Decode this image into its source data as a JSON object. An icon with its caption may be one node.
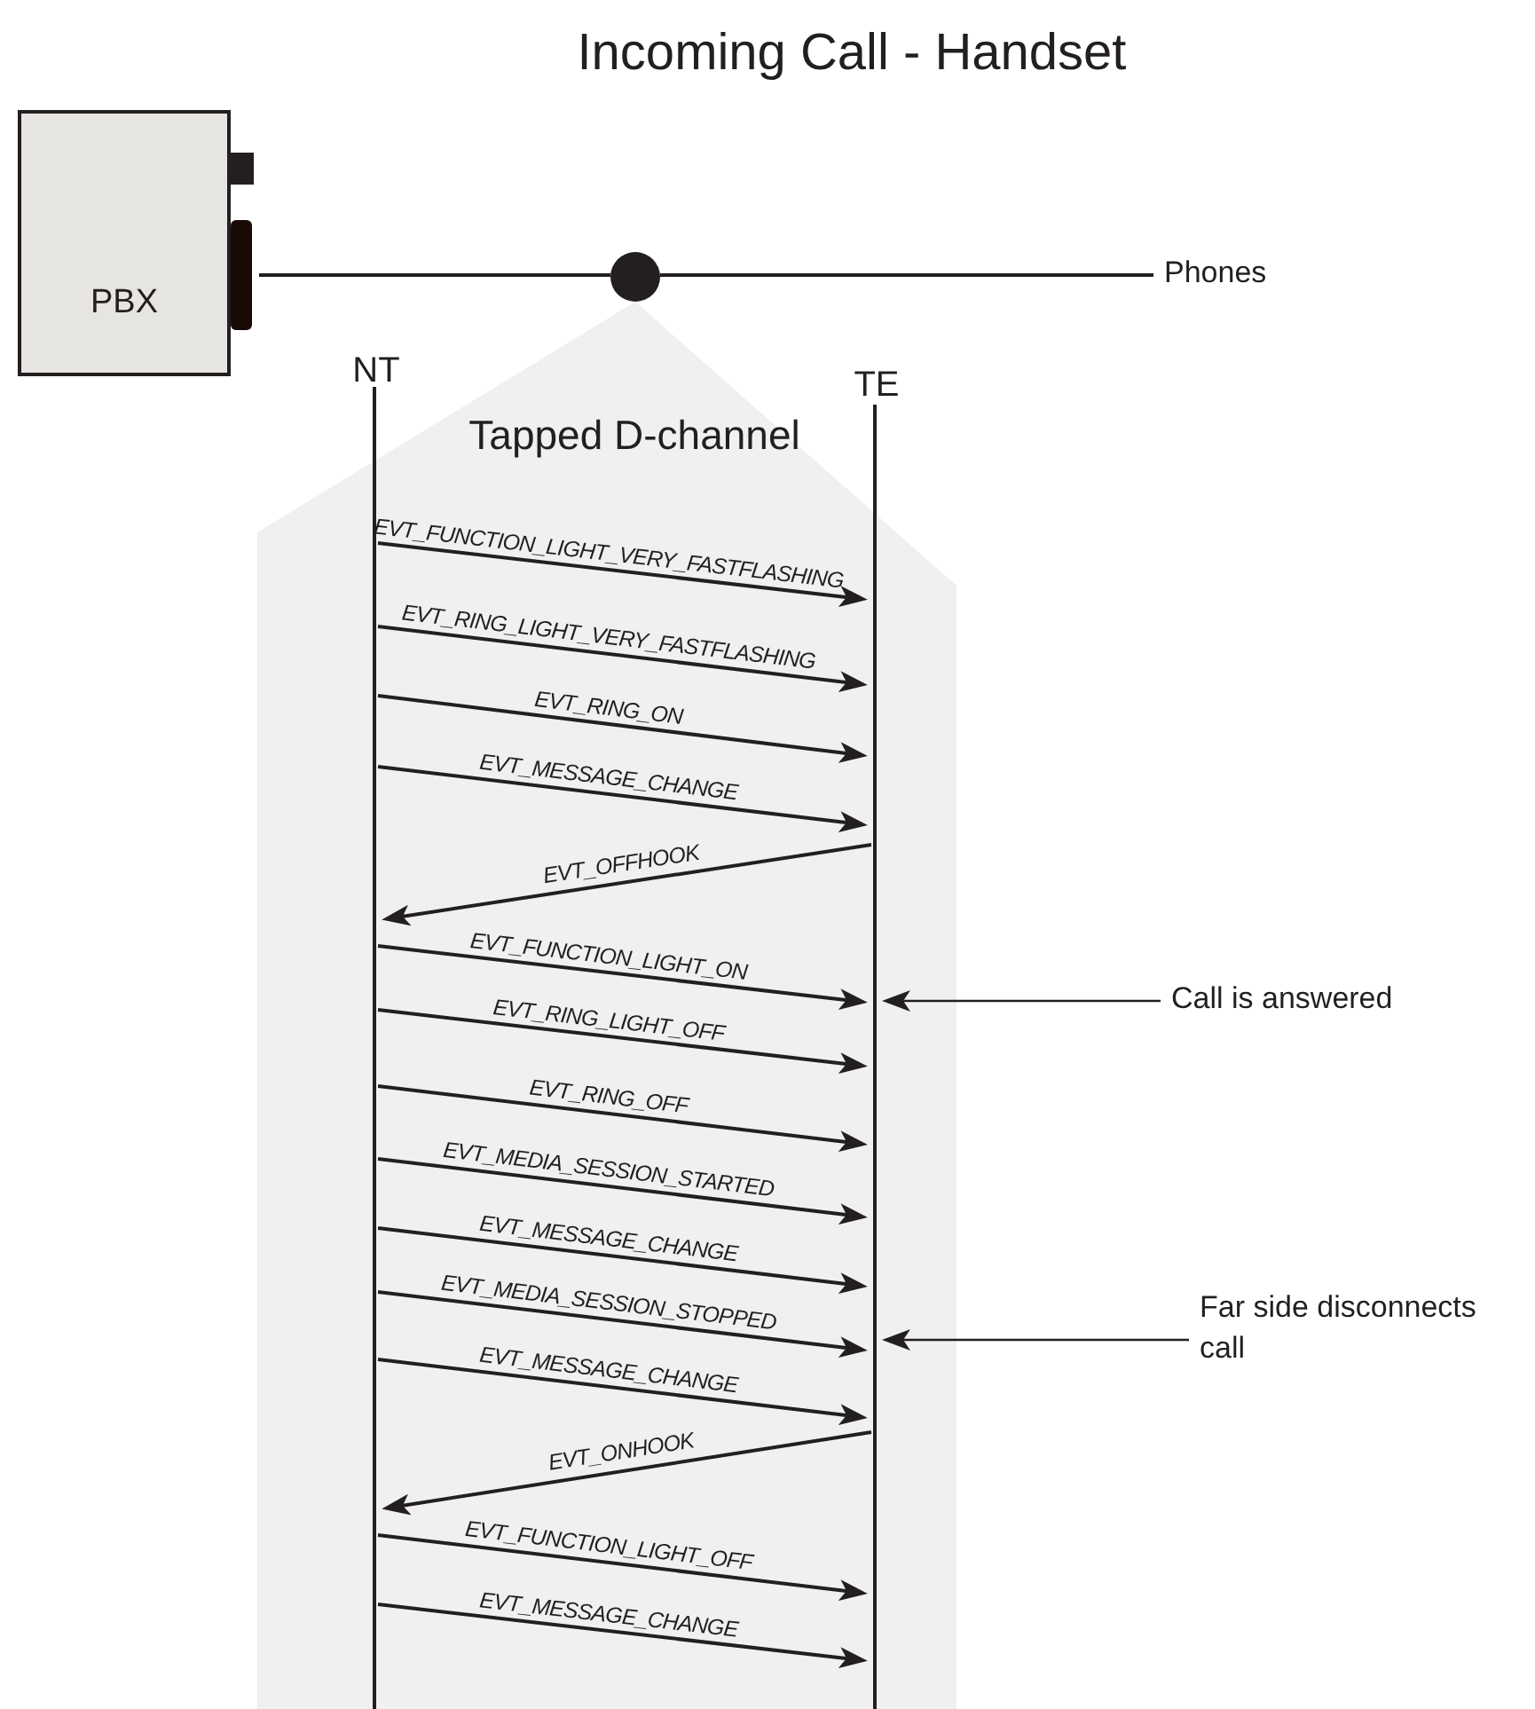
{
  "diagram": {
    "title": "Incoming Call - Handset",
    "nodes": [
      {
        "text": [
          "PBX"
        ]
      },
      {
        "text": [],
        "shape": "circle"
      },
      {
        "text": [
          "Phones"
        ]
      },
      {
        "text": [
          "NT"
        ],
        "in": 5
      },
      {
        "text": [
          "TE"
        ],
        "in": 5
      },
      {
        "text": [
          "Tapped D-channel"
        ]
      },
      {
        "text": [
          "Call is answered"
        ]
      },
      {
        "text": [
          "Far side disconnects call"
        ]
      }
    ],
    "edges": [
      {
        "from": 0,
        "to": 1,
        "arrow": "none"
      },
      {
        "from": 1,
        "to": 2,
        "arrow": "none"
      },
      {
        "from": 3,
        "to": 4,
        "arrow": "to",
        "label": "EVT_FUNCTION_LIGHT_VERY_FASTFLASHING"
      },
      {
        "from": 3,
        "to": 4,
        "arrow": "to",
        "label": "EVT_RING_LIGHT_VERY_FASTFLASHING"
      },
      {
        "from": 3,
        "to": 4,
        "arrow": "to",
        "label": "EVT_RING_ON"
      },
      {
        "from": 3,
        "to": 4,
        "arrow": "to",
        "label": "EVT_MESSAGE_CHANGE"
      },
      {
        "from": 4,
        "to": 3,
        "arrow": "to",
        "label": "EVT_OFFHOOK"
      },
      {
        "from": 3,
        "to": 4,
        "arrow": "to",
        "label": "EVT_FUNCTION_LIGHT_ON"
      },
      {
        "from": 3,
        "to": 4,
        "arrow": "to",
        "label": "EVT_RING_LIGHT_OFF"
      },
      {
        "from": 3,
        "to": 4,
        "arrow": "to",
        "label": "EVT_RING_OFF"
      },
      {
        "from": 3,
        "to": 4,
        "arrow": "to",
        "label": "EVT_MEDIA_SESSION_STARTED"
      },
      {
        "from": 3,
        "to": 4,
        "arrow": "to",
        "label": "EVT_MESSAGE_CHANGE"
      },
      {
        "from": 3,
        "to": 4,
        "arrow": "to",
        "label": "EVT_MEDIA_SESSION_STOPPED"
      },
      {
        "from": 3,
        "to": 4,
        "arrow": "to",
        "label": "EVT_MESSAGE_CHANGE"
      },
      {
        "from": 4,
        "to": 3,
        "arrow": "to",
        "label": "EVT_ONHOOK"
      },
      {
        "from": 3,
        "to": 4,
        "arrow": "to",
        "label": "EVT_FUNCTION_LIGHT_OFF"
      },
      {
        "from": 3,
        "to": 4,
        "arrow": "to",
        "label": "EVT_MESSAGE_CHANGE"
      },
      {
        "from": 6,
        "to": 4,
        "arrow": "to"
      },
      {
        "from": 7,
        "to": 4,
        "arrow": "to"
      }
    ]
  }
}
